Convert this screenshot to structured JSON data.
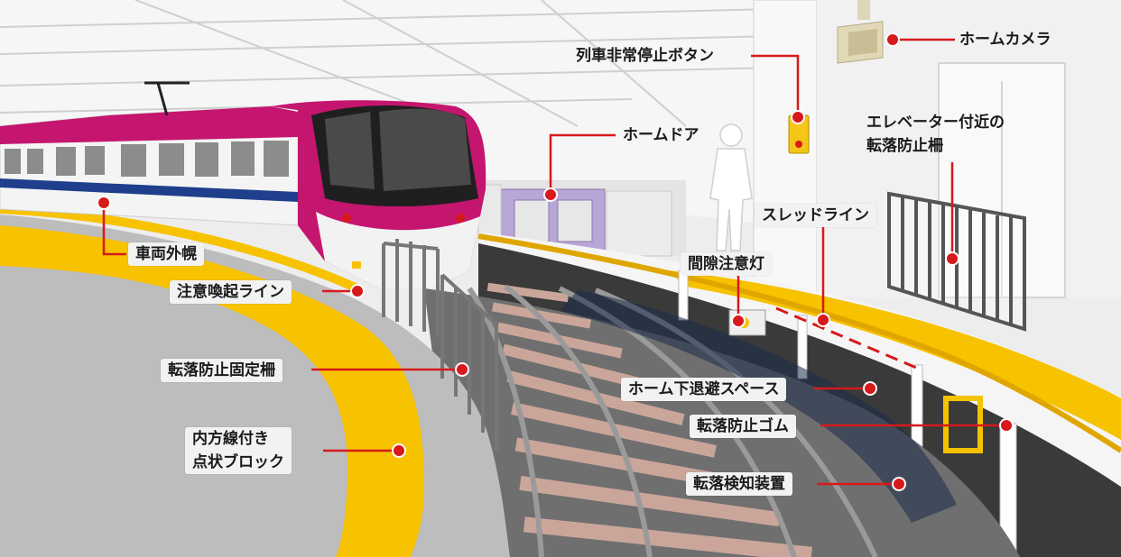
{
  "labels": {
    "platform_camera": "ホームカメラ",
    "emergency_stop_button": "列車非常停止ボタン",
    "platform_door": "ホームドア",
    "elevator_fence_line1": "エレベーター付近の",
    "elevator_fence_line2": "転落防止柵",
    "sled_line": "スレッドライン",
    "gap_warning_light": "間隙注意灯",
    "car_body_exterior": "車両外幌",
    "caution_line": "注意喚起ライン",
    "fixed_fall_fence": "転落防止固定柵",
    "refuge_space": "ホーム下退避スペース",
    "fall_prevention_rubber": "転落防止ゴム",
    "tactile_block_line1": "内方線付き",
    "tactile_block_line2": "点状ブロック",
    "fall_detection_device": "転落検知装置"
  },
  "colors": {
    "leader_red": "#d7191c",
    "train_magenta": "#c4166f",
    "platform_yellow": "#f7c200",
    "train_blue": "#1f3f8c",
    "door_lavender": "#b9a6d8"
  }
}
